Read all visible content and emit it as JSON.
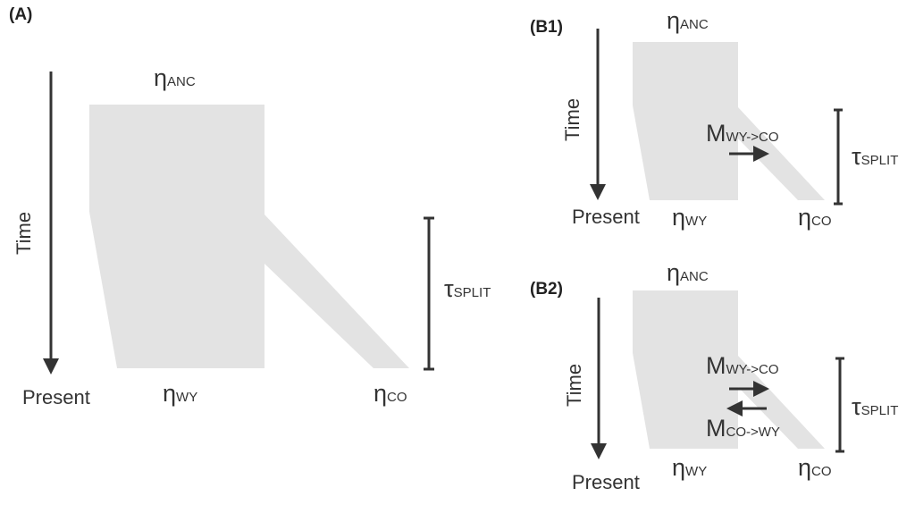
{
  "panels": {
    "a": {
      "label": "(A)",
      "time": "Time",
      "present": "Present",
      "anc": {
        "sym": "η",
        "sub": "ANC"
      },
      "wy": {
        "sym": "η",
        "sub": "WY"
      },
      "co": {
        "sym": "η",
        "sub": "CO"
      },
      "tau": {
        "sym": "τ",
        "sub": "SPLIT"
      }
    },
    "b1": {
      "label": "(B1)",
      "time": "Time",
      "present": "Present",
      "anc": {
        "sym": "η",
        "sub": "ANC"
      },
      "wy": {
        "sym": "η",
        "sub": "WY"
      },
      "co": {
        "sym": "η",
        "sub": "CO"
      },
      "tau": {
        "sym": "τ",
        "sub": "SPLIT"
      },
      "m1": {
        "sym": "M",
        "sub": "WY->CO"
      }
    },
    "b2": {
      "label": "(B2)",
      "time": "Time",
      "present": "Present",
      "anc": {
        "sym": "η",
        "sub": "ANC"
      },
      "wy": {
        "sym": "η",
        "sub": "WY"
      },
      "co": {
        "sym": "η",
        "sub": "CO"
      },
      "tau": {
        "sym": "τ",
        "sub": "SPLIT"
      },
      "m1": {
        "sym": "M",
        "sub": "WY->CO"
      },
      "m2": {
        "sym": "M",
        "sub": "CO->WY"
      }
    }
  },
  "colors": {
    "population": "#e3e3e3",
    "ink": "#333333"
  }
}
